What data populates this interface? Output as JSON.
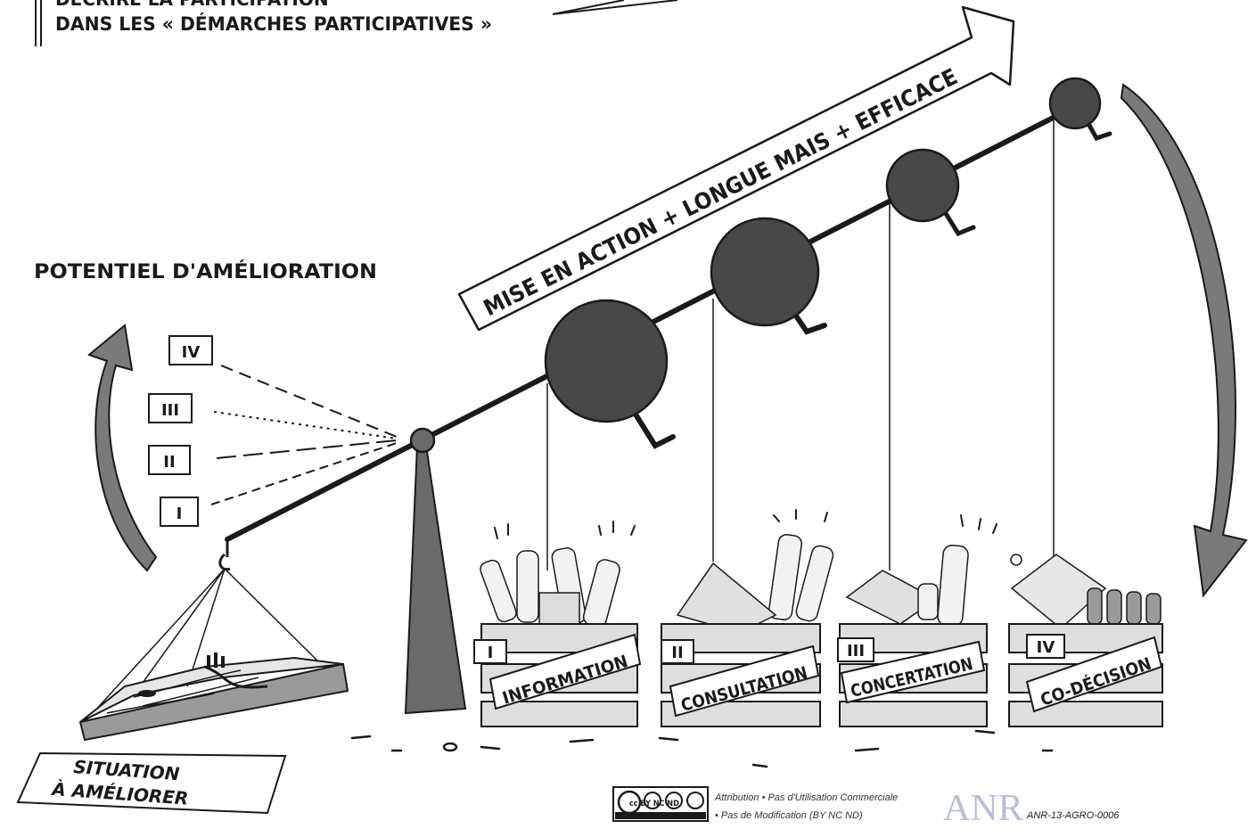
{
  "header": {
    "line1": "DÉCRIRE LA PARTICIPATION",
    "line2": "DANS LES « DÉMARCHES PARTICIPATIVES »"
  },
  "potential_label": "POTENTIEL D'AMÉLIORATION",
  "arrow_banner": "MISE EN ACTION + LONGUE MAIS + EFFICACE",
  "levels_small": [
    "IV",
    "III",
    "II",
    "I"
  ],
  "situation_label": [
    "SITUATION",
    "À AMÉLIORER"
  ],
  "crates": [
    {
      "numeral": "I",
      "label": "INFORMATION"
    },
    {
      "numeral": "II",
      "label": "CONSULTATION"
    },
    {
      "numeral": "III",
      "label": "CONCERTATION"
    },
    {
      "numeral": "IV",
      "label": "CO-DÉCISION"
    }
  ],
  "license": {
    "badge_text": "cc BY NC ND",
    "line1": "Attribution • Pas d'Utilisation Commerciale",
    "line2": "• Pas de Modification (BY NC ND)"
  },
  "funder": {
    "logo": "ANR",
    "code": "ANR-13-AGRO-0006"
  },
  "colors": {
    "ink": "#1a1a1a",
    "grey": "#7a7a7a",
    "weight": "#4a4a4a",
    "paper": "#ffffff"
  }
}
